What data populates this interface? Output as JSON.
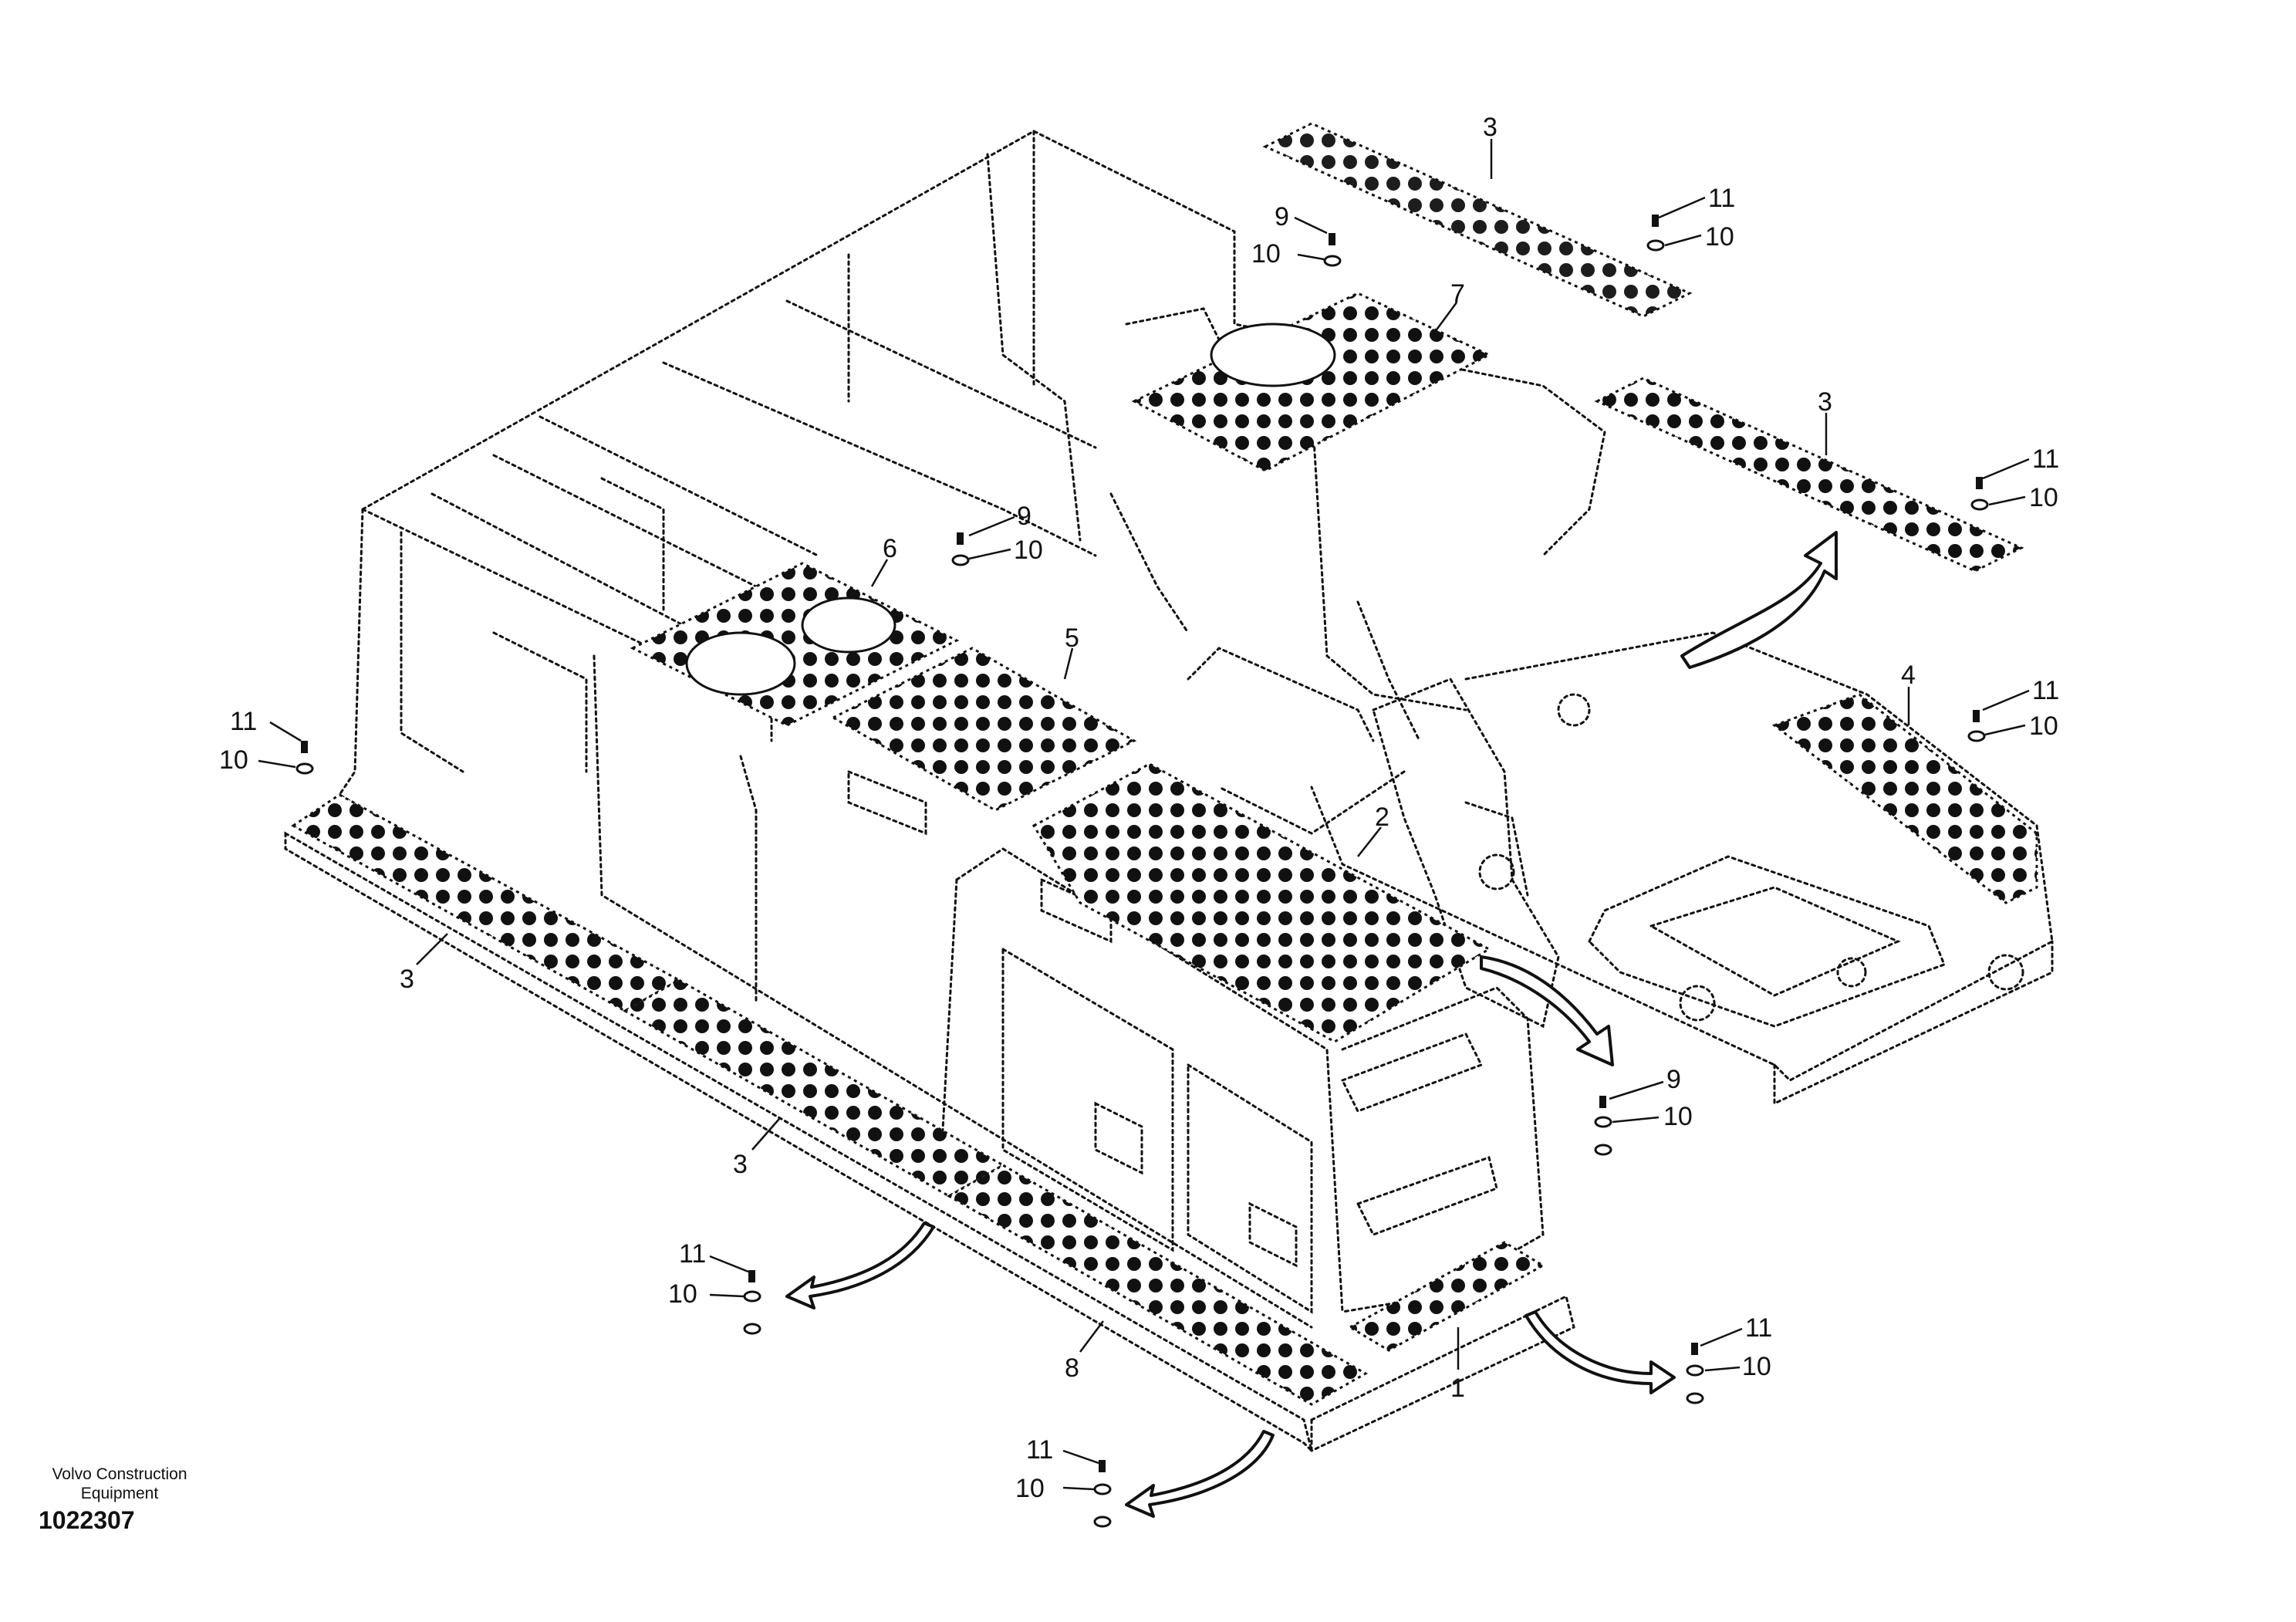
{
  "callouts": [
    {
      "id": "top-3",
      "text": "3"
    },
    {
      "id": "top-11",
      "text": "11"
    },
    {
      "id": "top-10",
      "text": "10"
    },
    {
      "id": "c9a",
      "text": "9"
    },
    {
      "id": "c10a",
      "text": "10"
    },
    {
      "id": "c7",
      "text": "7"
    },
    {
      "id": "right-3",
      "text": "3"
    },
    {
      "id": "right-11",
      "text": "11"
    },
    {
      "id": "right-10",
      "text": "10"
    },
    {
      "id": "c9b",
      "text": "9"
    },
    {
      "id": "c10b",
      "text": "10"
    },
    {
      "id": "c6",
      "text": "6"
    },
    {
      "id": "c5",
      "text": "5"
    },
    {
      "id": "c4",
      "text": "4"
    },
    {
      "id": "c4-11",
      "text": "11"
    },
    {
      "id": "c4-10",
      "text": "10"
    },
    {
      "id": "left-11",
      "text": "11"
    },
    {
      "id": "left-10",
      "text": "10"
    },
    {
      "id": "c2",
      "text": "2"
    },
    {
      "id": "left-3a",
      "text": "3"
    },
    {
      "id": "left-3b",
      "text": "3"
    },
    {
      "id": "mid-9",
      "text": "9"
    },
    {
      "id": "mid-10",
      "text": "10"
    },
    {
      "id": "bl-11",
      "text": "11"
    },
    {
      "id": "bl-10",
      "text": "10"
    },
    {
      "id": "c8",
      "text": "8"
    },
    {
      "id": "c1",
      "text": "1"
    },
    {
      "id": "br-11",
      "text": "11"
    },
    {
      "id": "br-10",
      "text": "10"
    },
    {
      "id": "bot-11",
      "text": "11"
    },
    {
      "id": "bot-10",
      "text": "10"
    }
  ],
  "footer": {
    "brand_line1": "Volvo Construction",
    "brand_line2": "Equipment",
    "drawing_number": "1022307"
  }
}
